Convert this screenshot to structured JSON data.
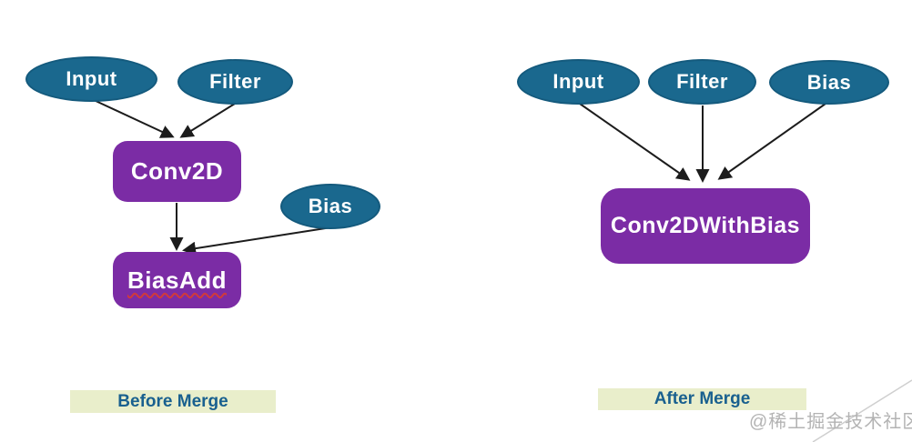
{
  "before": {
    "caption": "Before Merge",
    "nodes": {
      "input": "Input",
      "filter": "Filter",
      "bias": "Bias",
      "conv2d": "Conv2D",
      "biasadd": "BiasAdd"
    },
    "edges": [
      {
        "from": "Input",
        "to": "Conv2D"
      },
      {
        "from": "Filter",
        "to": "Conv2D"
      },
      {
        "from": "Conv2D",
        "to": "BiasAdd"
      },
      {
        "from": "Bias",
        "to": "BiasAdd"
      }
    ]
  },
  "after": {
    "caption": "After Merge",
    "nodes": {
      "input": "Input",
      "filter": "Filter",
      "bias": "Bias",
      "conv2dwithbias": "Conv2DWithBias"
    },
    "edges": [
      {
        "from": "Input",
        "to": "Conv2DWithBias"
      },
      {
        "from": "Filter",
        "to": "Conv2DWithBias"
      },
      {
        "from": "Bias",
        "to": "Conv2DWithBias"
      }
    ]
  },
  "watermark": "@稀土掘金技术社区",
  "colors": {
    "node_ellipse_fill": "#1a688e",
    "node_box_fill": "#7b2ca5",
    "node_text": "#ffffff",
    "caption_bg": "#e9eecb",
    "caption_text": "#19608f",
    "arrow": "#1c1c1c",
    "watermark_text": "#b3b3b3",
    "spellcheck_underline": "#d03a3a"
  }
}
